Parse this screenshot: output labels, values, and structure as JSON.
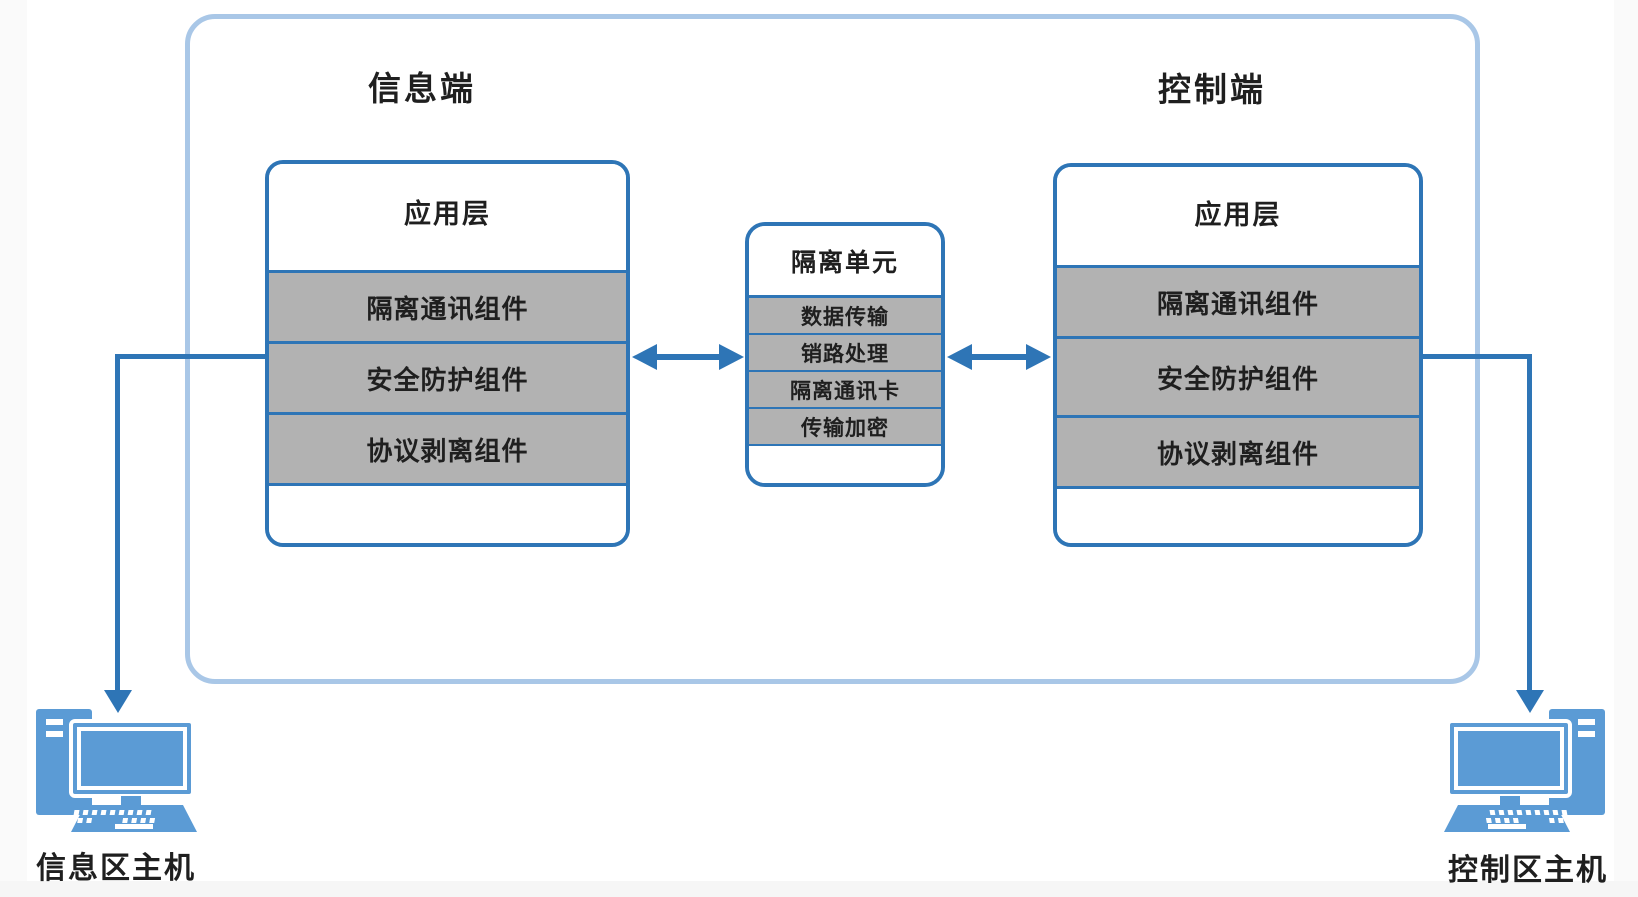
{
  "diagram": {
    "info_side_label": "信息端",
    "control_side_label": "控制端",
    "left_stack": {
      "title": "应用层",
      "rows": [
        "隔离通讯组件",
        "安全防护组件",
        "协议剥离组件"
      ]
    },
    "isolation_unit": {
      "title": "隔离单元",
      "rows": [
        "数据传输",
        "销路处理",
        "隔离通讯卡",
        "传输加密"
      ]
    },
    "right_stack": {
      "title": "应用层",
      "rows": [
        "隔离通讯组件",
        "安全防护组件",
        "协议剥离组件"
      ]
    },
    "left_host_label": "信息区主机",
    "right_host_label": "控制区主机",
    "icons": {
      "left_host": "desktop-computer-icon",
      "right_host": "desktop-computer-icon",
      "between_stacks": "double-headed-arrow-icon",
      "to_hosts": "down-arrow-icon"
    },
    "colors": {
      "box_border_blue": "#2e75b6",
      "enclosure_border_blue": "#a9c7e7",
      "row_gray": "#b2b2b2",
      "computer_icon_blue": "#5b9bd5",
      "text": "#1f1f1f"
    }
  }
}
